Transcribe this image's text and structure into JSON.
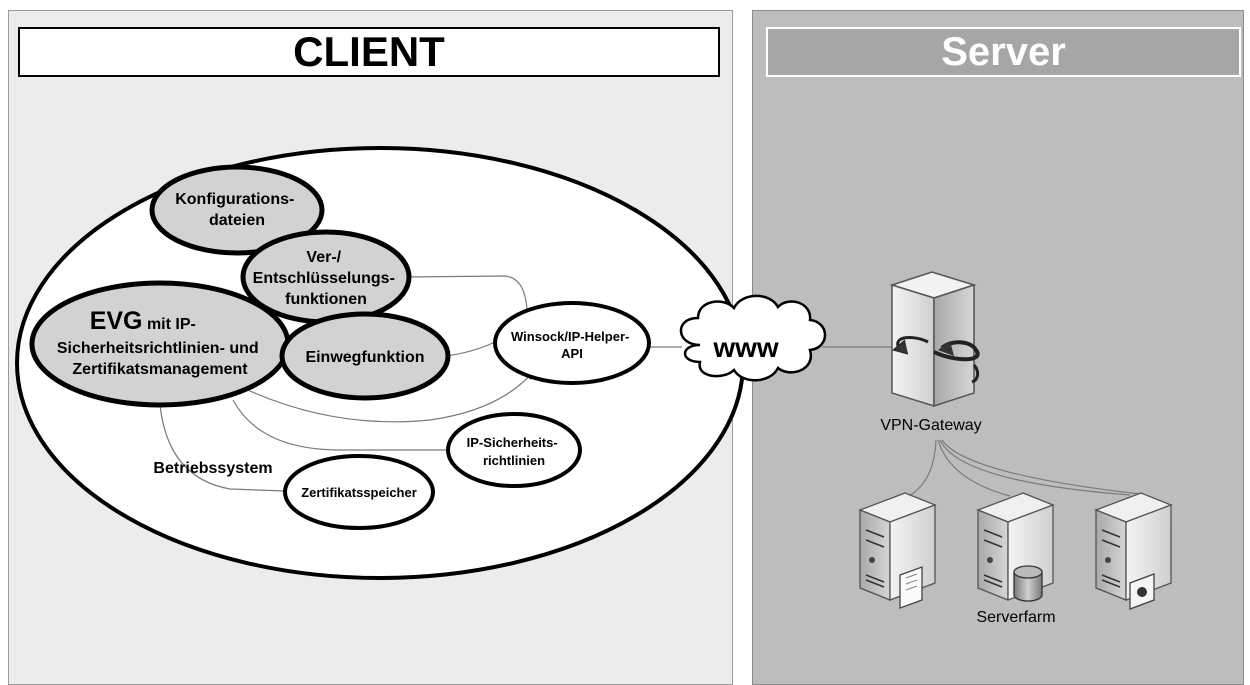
{
  "client": {
    "title": "CLIENT"
  },
  "server": {
    "title": "Server"
  },
  "nodes": {
    "konfig": [
      "Konfigurations-",
      "dateien"
    ],
    "crypto": [
      "Ver-/",
      "Entschlüsselungs-",
      "funktionen"
    ],
    "evg": {
      "big": "EVG",
      "small": " mit IP-",
      "lines": [
        "Sicherheitsrichtlinien- und",
        "Zertifikatsmanagement"
      ]
    },
    "einweg": "Einwegfunktion",
    "winsock": [
      "Winsock/IP-Helper-",
      "API"
    ],
    "iprules": [
      "IP-Sicherheits-",
      "richtlinien"
    ],
    "betrieb": "Betriebssystem",
    "zert": "Zertifikatsspeicher",
    "www": "www",
    "vpn": "VPN-Gateway",
    "farm": "Serverfarm"
  },
  "icons": [
    "cloud-icon",
    "vpn-gateway-icon",
    "server-document-icon",
    "server-database-icon",
    "server-certificate-icon"
  ]
}
